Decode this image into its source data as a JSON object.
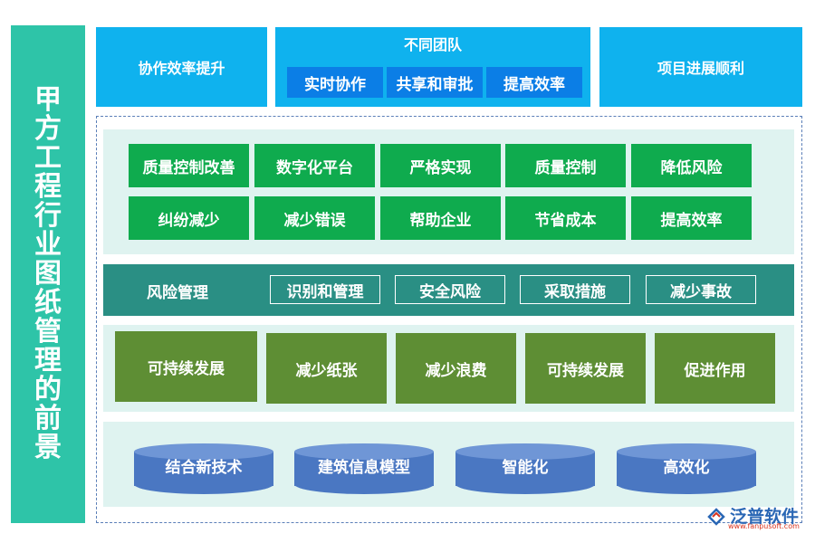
{
  "side_title": "甲方工程行业图纸管理的前景",
  "top": {
    "left": "协作效率提升",
    "middle_title": "不同团队",
    "middle_chips": [
      "实时协作",
      "共享和审批",
      "提高效率"
    ],
    "right": "项目进展顺利"
  },
  "benefits_row1": [
    "质量控制改善",
    "数字化平台",
    "严格实现",
    "质量控制",
    "降低风险"
  ],
  "benefits_row2": [
    "纠纷减少",
    "减少错误",
    "帮助企业",
    "节省成本",
    "提高效率"
  ],
  "risk": {
    "title": "风险管理",
    "chips": [
      "识别和管理",
      "安全风险",
      "采取措施",
      "减少事故"
    ]
  },
  "sustain": [
    "可持续发展",
    "减少纸张",
    "减少浪费",
    "可持续发展",
    "促进作用"
  ],
  "tech": [
    "结合新技术",
    "建筑信息模型",
    "智能化",
    "高效化"
  ],
  "logo": {
    "name": "泛普软件",
    "url": "www.fanpusoft.com",
    "icon": "fanpu-logo-icon"
  },
  "colors": {
    "side": "#2ec4a8",
    "top": "#0fb2ee",
    "green": "#0fab4e",
    "teal": "#2a8f84",
    "olive": "#5e8e34",
    "cylinder": "#4a77c2"
  }
}
